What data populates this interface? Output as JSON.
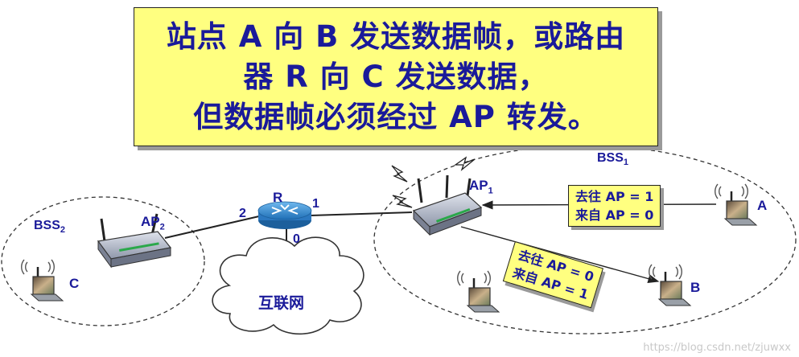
{
  "title": {
    "line1": "站点 A 向 B 发送数据帧，或路由",
    "line2": "器 R 向 C 发送数据，",
    "line3": "但数据帧必须经过 AP 转发。"
  },
  "nodes": {
    "router": "R",
    "ap1_base": "AP",
    "ap1_sub": "1",
    "ap2_base": "AP",
    "ap2_sub": "2",
    "bss1_base": "BSS",
    "bss1_sub": "1",
    "bss2_base": "BSS",
    "bss2_sub": "2",
    "station_a": "A",
    "station_b": "B",
    "station_c": "C",
    "internet": "互联网"
  },
  "ports": {
    "p2": "2",
    "p1": "1",
    "p0": "0"
  },
  "frame_a_to_ap": {
    "line1": "去往 AP = 1",
    "line2": "来自 AP = 0"
  },
  "frame_ap_to_b": {
    "line1": "去往 AP = 0",
    "line2": "来自 AP = 1"
  },
  "watermark": "https://blog.csdn.net/zjuwxx",
  "colors": {
    "highlight_box": "#ffff80",
    "text_blue": "#1a1a9a"
  }
}
